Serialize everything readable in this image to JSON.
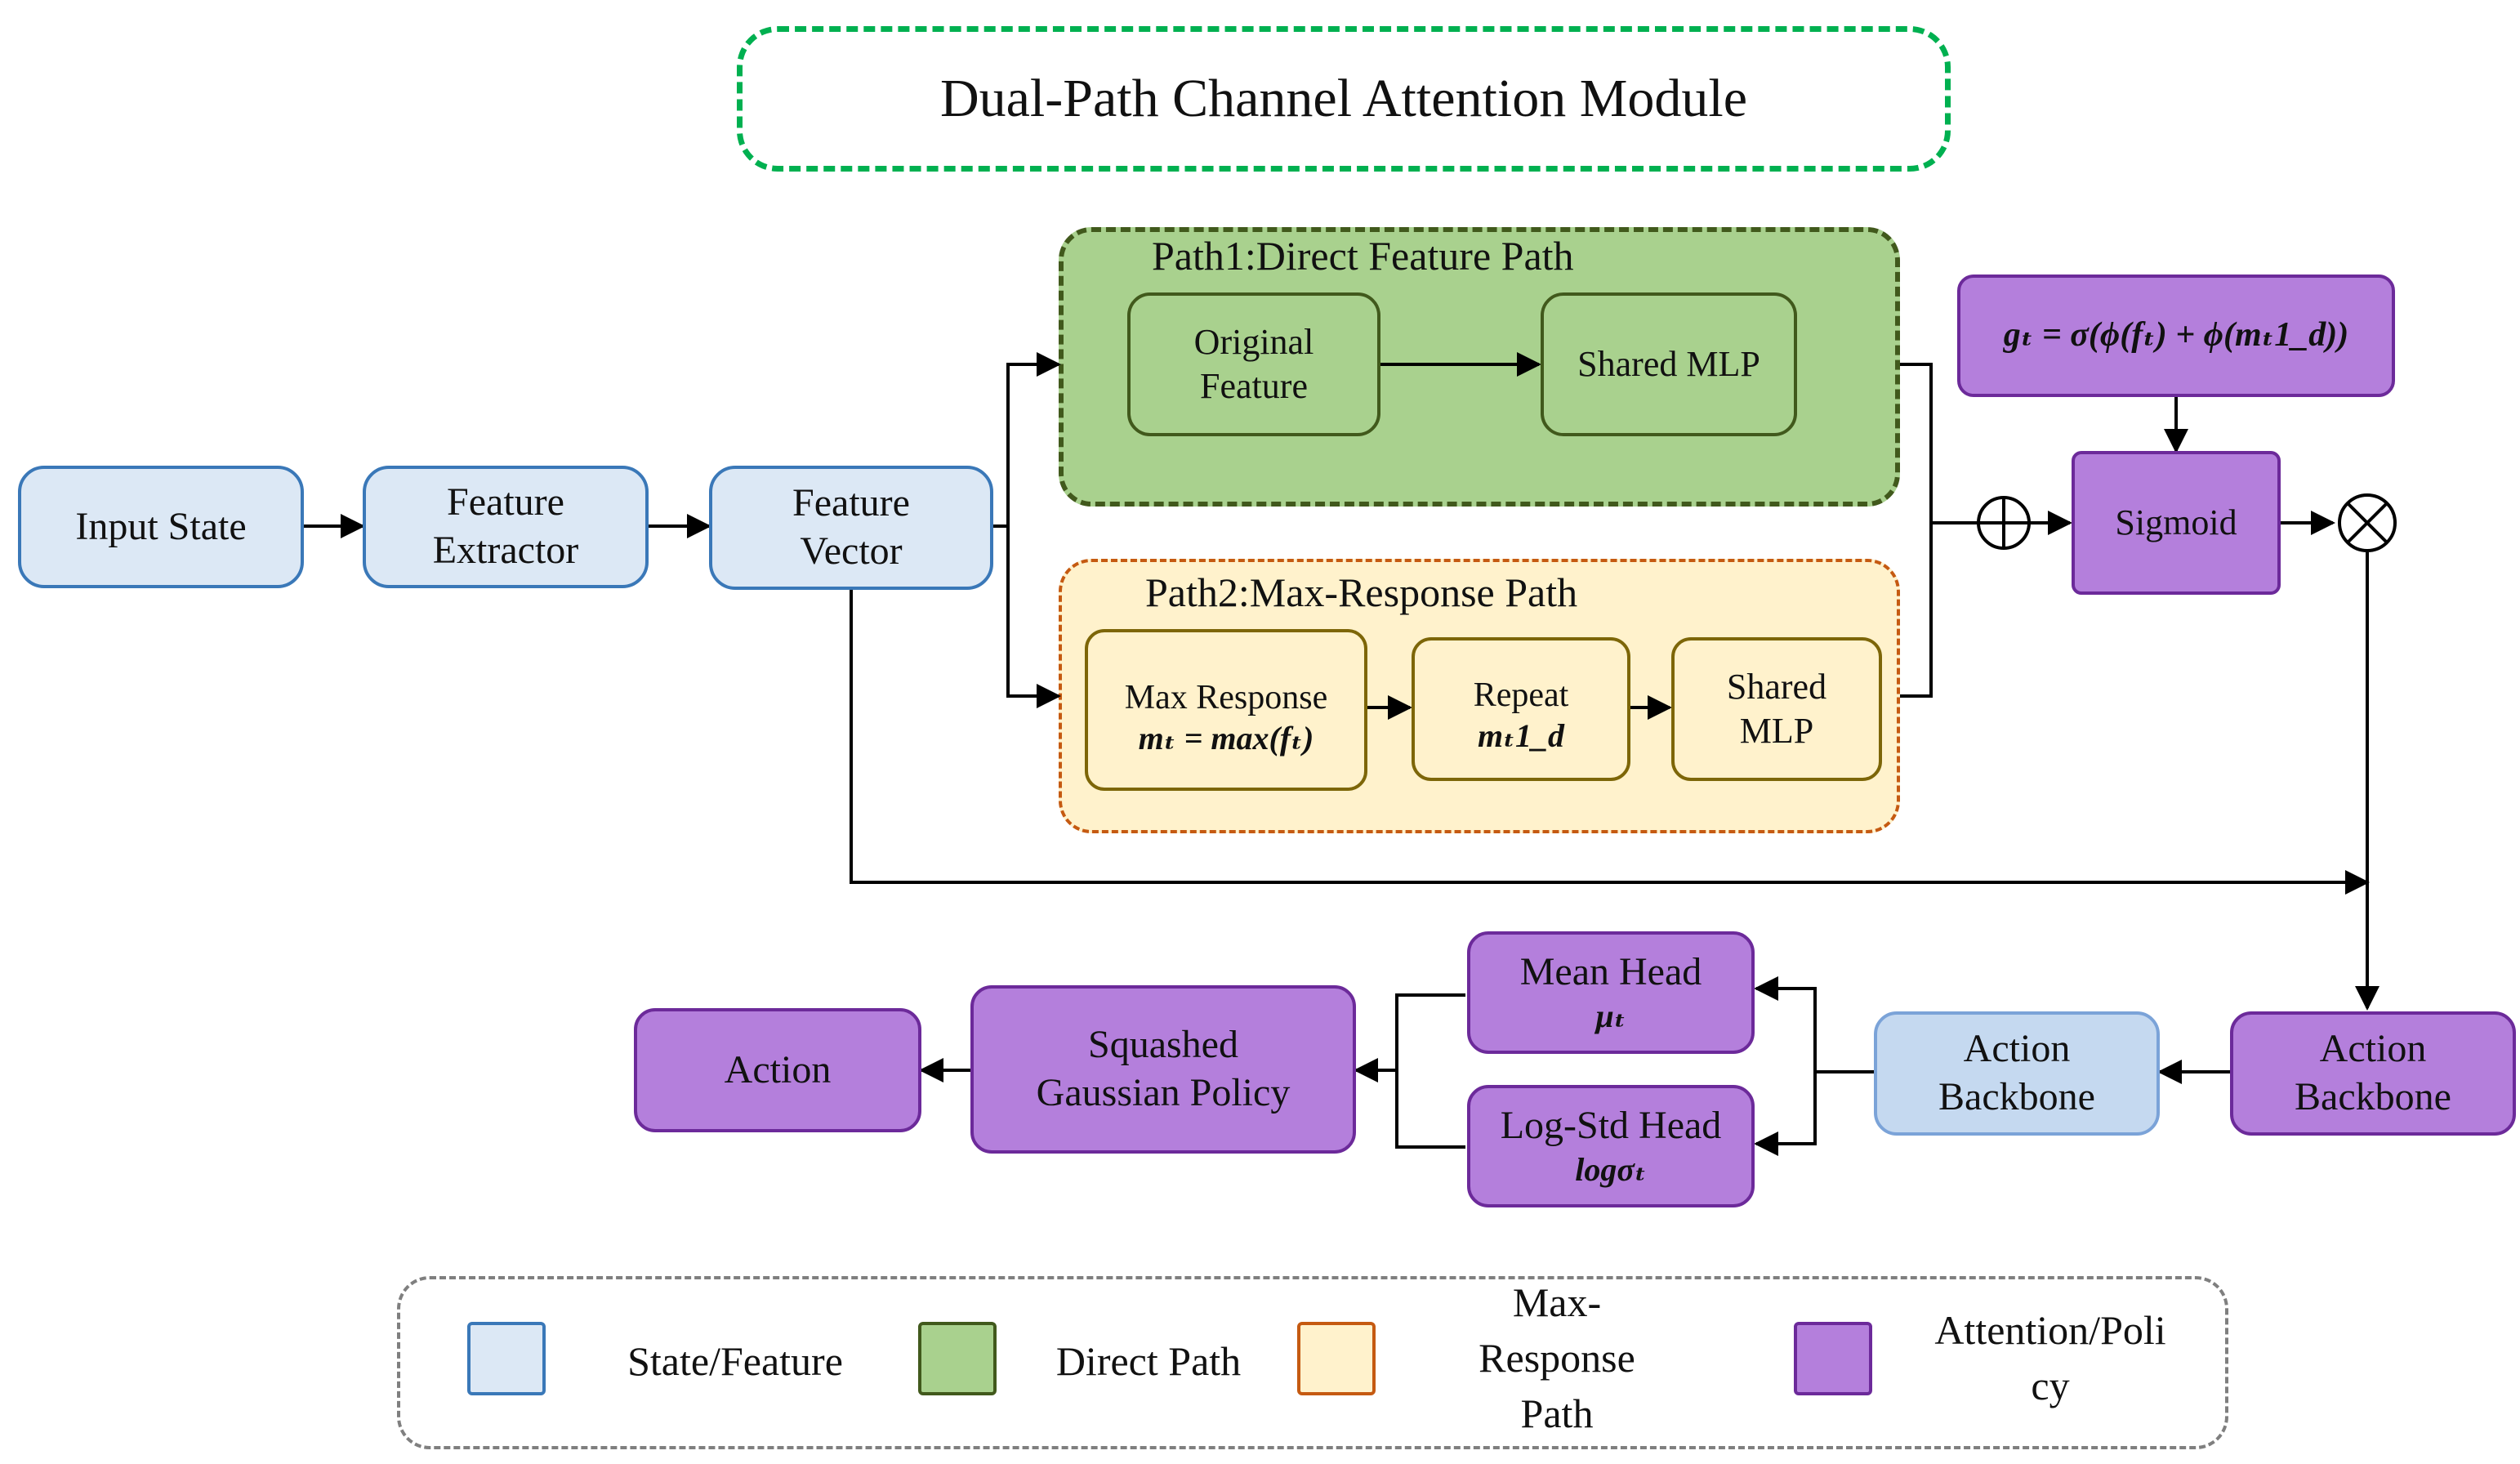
{
  "title": "Dual-Path Channel Attention Module",
  "nodes": {
    "input_state": "Input State",
    "feature_extractor": [
      "Feature",
      "Extractor"
    ],
    "feature_vector": [
      "Feature",
      "Vector"
    ],
    "original_feature": [
      "Original",
      "Feature"
    ],
    "shared_mlp_1": "Shared MLP",
    "max_response": "Max Response",
    "max_response_formula": "mₜ = max(fₜ)",
    "repeat": "Repeat",
    "repeat_formula": "mₜ1_d",
    "shared_mlp_2": [
      "Shared",
      "MLP"
    ],
    "gate_formula": "gₜ = σ(ϕ(fₜ) + ϕ(mₜ1_d))",
    "sigmoid": "Sigmoid",
    "action_backbone_purple": [
      "Action",
      "Backbone"
    ],
    "action_backbone_blue": [
      "Action",
      "Backbone"
    ],
    "mean_head": "Mean Head",
    "mean_head_symbol": "μₜ",
    "log_std_head": "Log-Std Head",
    "log_std_symbol": "logσₜ",
    "squashed_gaussian_policy": [
      "Squashed",
      "Gaussian Policy"
    ],
    "action": "Action"
  },
  "paths": {
    "path1_title": "Path1:Direct Feature Path",
    "path2_title": "Path2:Max-Response Path"
  },
  "operators": {
    "sum": "⊕",
    "product": "⊗"
  },
  "legend": [
    {
      "label": "State/Feature",
      "fill": "#dce8f5",
      "stroke": "#3a78b8"
    },
    {
      "label": "Direct Path",
      "fill": "#a9d18e",
      "stroke": "#41591c"
    },
    {
      "label_lines": [
        "Max-",
        "Response",
        "Path"
      ],
      "fill": "#fff2cc",
      "stroke": "#c55a11"
    },
    {
      "label_lines": [
        "Attention/Poli",
        "cy"
      ],
      "fill": "#b47fdc",
      "stroke": "#6c2a9a"
    }
  ],
  "colors": {
    "title_border": "#00b050",
    "path1_fill": "#a9d18e",
    "path1_border": "#41591c",
    "path2_fill": "#fff2cc",
    "path2_border": "#c55a11",
    "legend_border": "#7f7f7f"
  }
}
